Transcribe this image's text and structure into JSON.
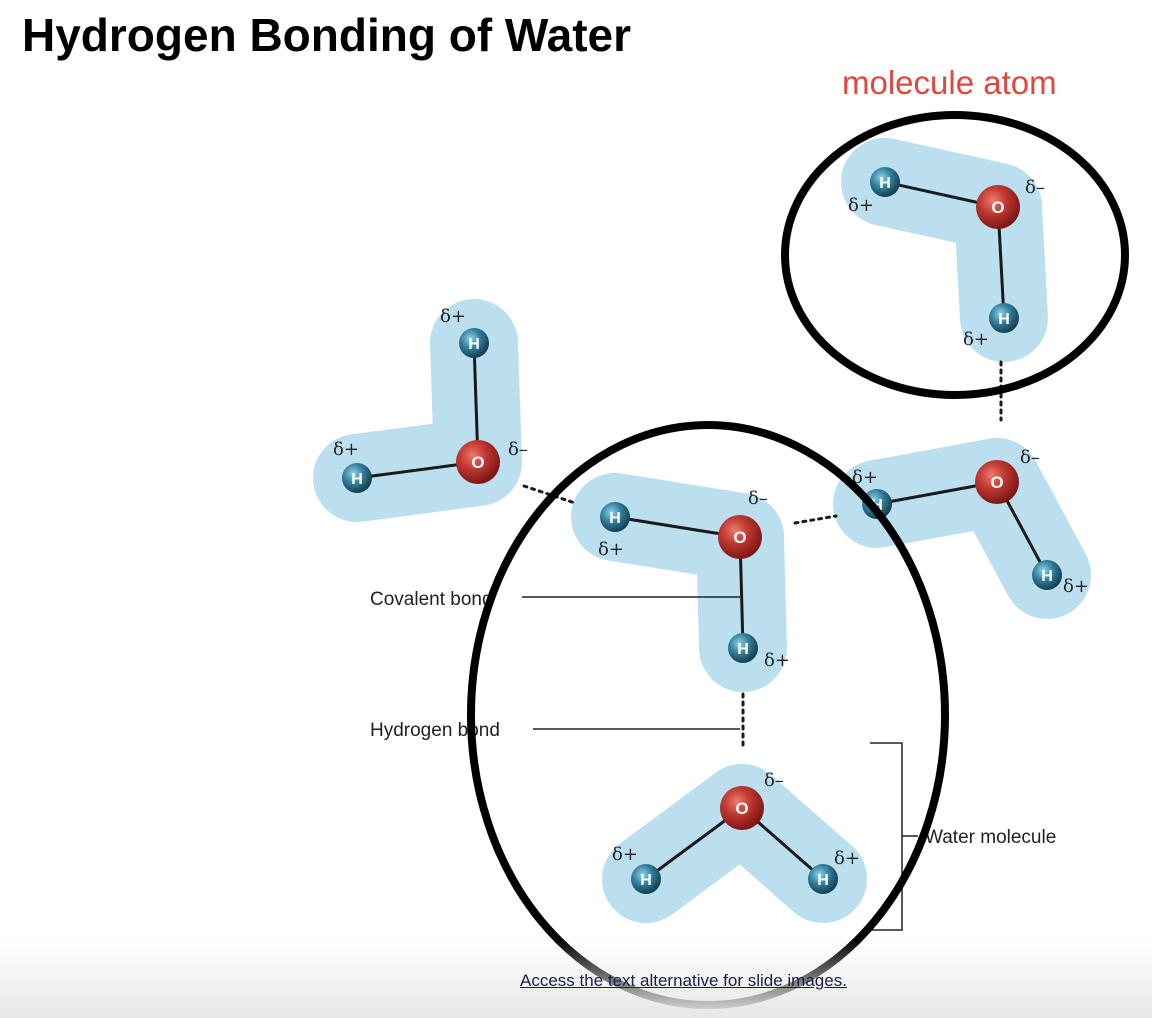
{
  "title": "Hydrogen Bonding of Water",
  "annotation": "molecule atom",
  "footer_link": "Access the text alternative for slide images.",
  "labels": {
    "covalent_bond": "Covalent bond",
    "hydrogen_bond": "Hydrogen bond",
    "water_molecule": "Water molecule"
  },
  "atoms": {
    "hydrogen": "H",
    "oxygen": "O"
  },
  "charges": {
    "partial_positive": "δ+",
    "partial_negative": "δ–"
  },
  "colors": {
    "annotation_text": "#e0473f",
    "molecule_cloud": "#bcdff0",
    "oxygen_atom": "#b8302c",
    "hydrogen_atom": "#2e7a96",
    "highlight_circle": "#000000"
  }
}
